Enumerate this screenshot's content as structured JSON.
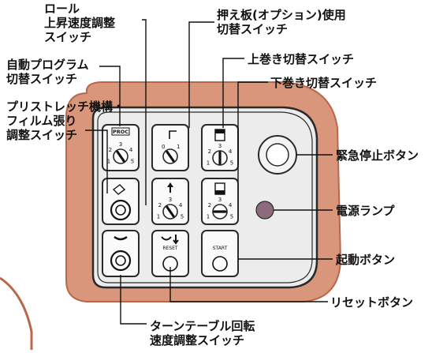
{
  "labels": {
    "roll_speed": "ロール\n上昇速度調整\nスイッチ",
    "auto_program": "自動プログラム\n切替スイッチ",
    "prestretch": "プリストレッチ機構・\nフィルム張り\n調整スイッチ",
    "press_plate": "押え板(オプション)使用\n切替スイッチ",
    "upper_wind": "上巻き切替スイッチ",
    "lower_wind": "下巻き切替スイッチ",
    "emergency_stop": "緊急停止ボタン",
    "power_lamp": "電源ランプ",
    "start_button": "起動ボタン",
    "reset_button": "リセットボタン",
    "turntable_speed": "ターンテーブル回転\n速度調整スイッチ"
  },
  "panel": {
    "proc_tag": "PROC",
    "reset_text": "RESET",
    "start_text": "START",
    "dial_numbers": [
      "1",
      "2",
      "3",
      "4",
      "5"
    ],
    "twoway_numbers": [
      "0",
      "1"
    ]
  },
  "colors": {
    "casing": "#d9967a",
    "casing_edge": "#b8674a",
    "panel": "#e9e9e9",
    "panel_edge": "#2a2a2a",
    "lamp": "#8c6b7c",
    "leader": "#111111"
  }
}
